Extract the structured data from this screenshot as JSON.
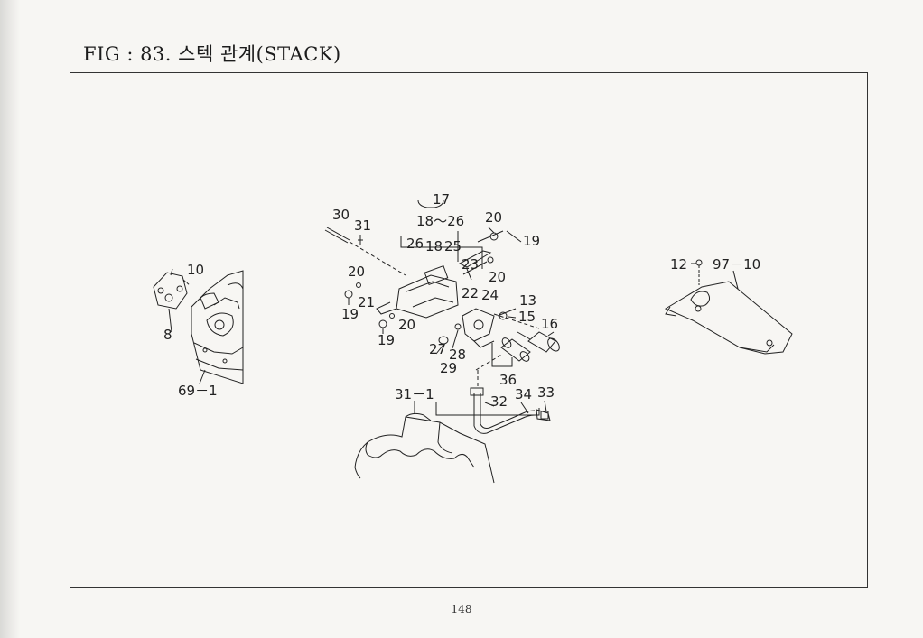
{
  "title": "FIG : 83. 스텍 관계(STACK)",
  "page_number": "148",
  "callouts": [
    {
      "id": "c17",
      "text": "17"
    },
    {
      "id": "c18-26",
      "text": "18～26"
    },
    {
      "id": "c20a",
      "text": "20"
    },
    {
      "id": "c30",
      "text": "30"
    },
    {
      "id": "c31",
      "text": "31"
    },
    {
      "id": "c19a",
      "text": "19"
    },
    {
      "id": "c26",
      "text": "26"
    },
    {
      "id": "c18",
      "text": "18"
    },
    {
      "id": "c25",
      "text": "25"
    },
    {
      "id": "c23",
      "text": "23"
    },
    {
      "id": "c20b",
      "text": "20"
    },
    {
      "id": "c22",
      "text": "22"
    },
    {
      "id": "c24",
      "text": "24"
    },
    {
      "id": "c20c",
      "text": "20"
    },
    {
      "id": "c21",
      "text": "21"
    },
    {
      "id": "c19b",
      "text": "19"
    },
    {
      "id": "c13",
      "text": "13"
    },
    {
      "id": "c15",
      "text": "15"
    },
    {
      "id": "c16",
      "text": "16"
    },
    {
      "id": "c20d",
      "text": "20"
    },
    {
      "id": "c19c",
      "text": "19"
    },
    {
      "id": "c27",
      "text": "27"
    },
    {
      "id": "c28",
      "text": "28"
    },
    {
      "id": "c29",
      "text": "29"
    },
    {
      "id": "c36",
      "text": "36"
    },
    {
      "id": "c10",
      "text": "10"
    },
    {
      "id": "c8",
      "text": "8"
    },
    {
      "id": "c69-1",
      "text": "69－1"
    },
    {
      "id": "c31-1",
      "text": "31－1"
    },
    {
      "id": "c32",
      "text": "32"
    },
    {
      "id": "c34",
      "text": "34"
    },
    {
      "id": "c33",
      "text": "33"
    },
    {
      "id": "c12",
      "text": "12"
    },
    {
      "id": "c97-10",
      "text": "97－10"
    }
  ]
}
